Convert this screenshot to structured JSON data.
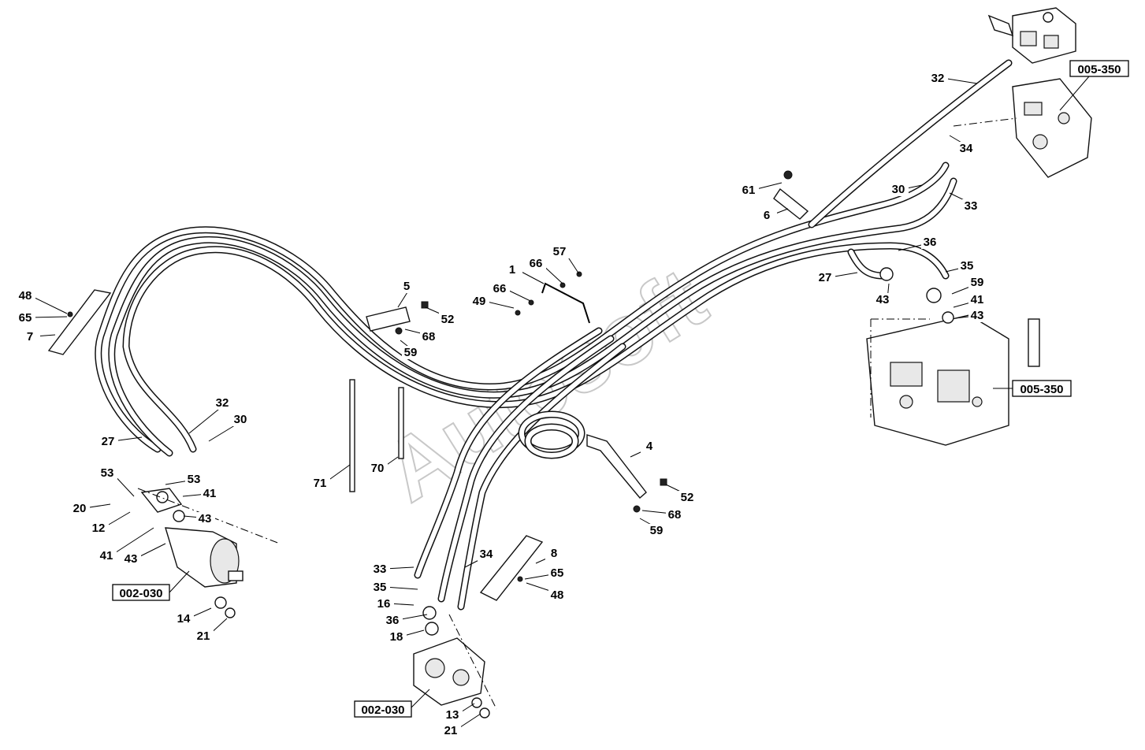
{
  "watermark": "Autosoft",
  "ref_boxes": [
    {
      "id": "ref-005-350-top",
      "label": "005-350"
    },
    {
      "id": "ref-005-350-mid",
      "label": "005-350"
    },
    {
      "id": "ref-002-030-left",
      "label": "002-030"
    },
    {
      "id": "ref-002-030-bottom",
      "label": "002-030"
    }
  ],
  "callouts": [
    "32",
    "34",
    "61",
    "30",
    "33",
    "6",
    "36",
    "27",
    "35",
    "59",
    "43",
    "41",
    "43",
    "1",
    "66",
    "57",
    "49",
    "66",
    "5",
    "52",
    "68",
    "59",
    "48",
    "65",
    "7",
    "32",
    "30",
    "27",
    "53",
    "53",
    "41",
    "20",
    "12",
    "43",
    "41",
    "43",
    "14",
    "21",
    "71",
    "70",
    "4",
    "52",
    "68",
    "59",
    "8",
    "65",
    "48",
    "34",
    "33",
    "35",
    "16",
    "36",
    "18",
    "13",
    "21"
  ]
}
